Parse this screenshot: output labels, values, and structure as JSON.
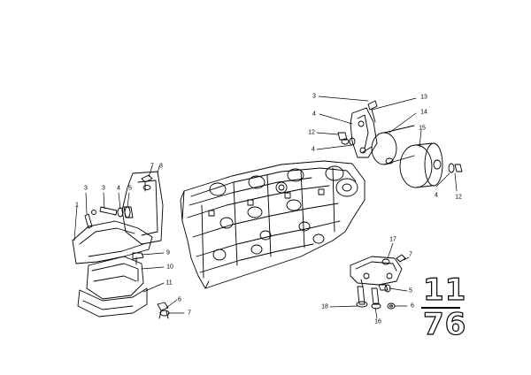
{
  "diagram": {
    "callouts": {
      "c1": "3",
      "c2": "4",
      "c3": "12",
      "c4": "4",
      "c5": "13",
      "c6": "14",
      "c7": "15",
      "c8": "4",
      "c9": "12",
      "c10": "7",
      "c11": "8",
      "c12": "3",
      "c13": "3",
      "c14": "4",
      "c15": "5",
      "c16": "1",
      "c17": "9",
      "c18": "10",
      "c19": "11",
      "c20": "6",
      "c21": "7",
      "c22": "17",
      "c23": "7",
      "c24": "5",
      "c25": "18",
      "c26": "16",
      "c27": "6"
    },
    "page_number": {
      "group": "11",
      "sheet": "76"
    }
  }
}
